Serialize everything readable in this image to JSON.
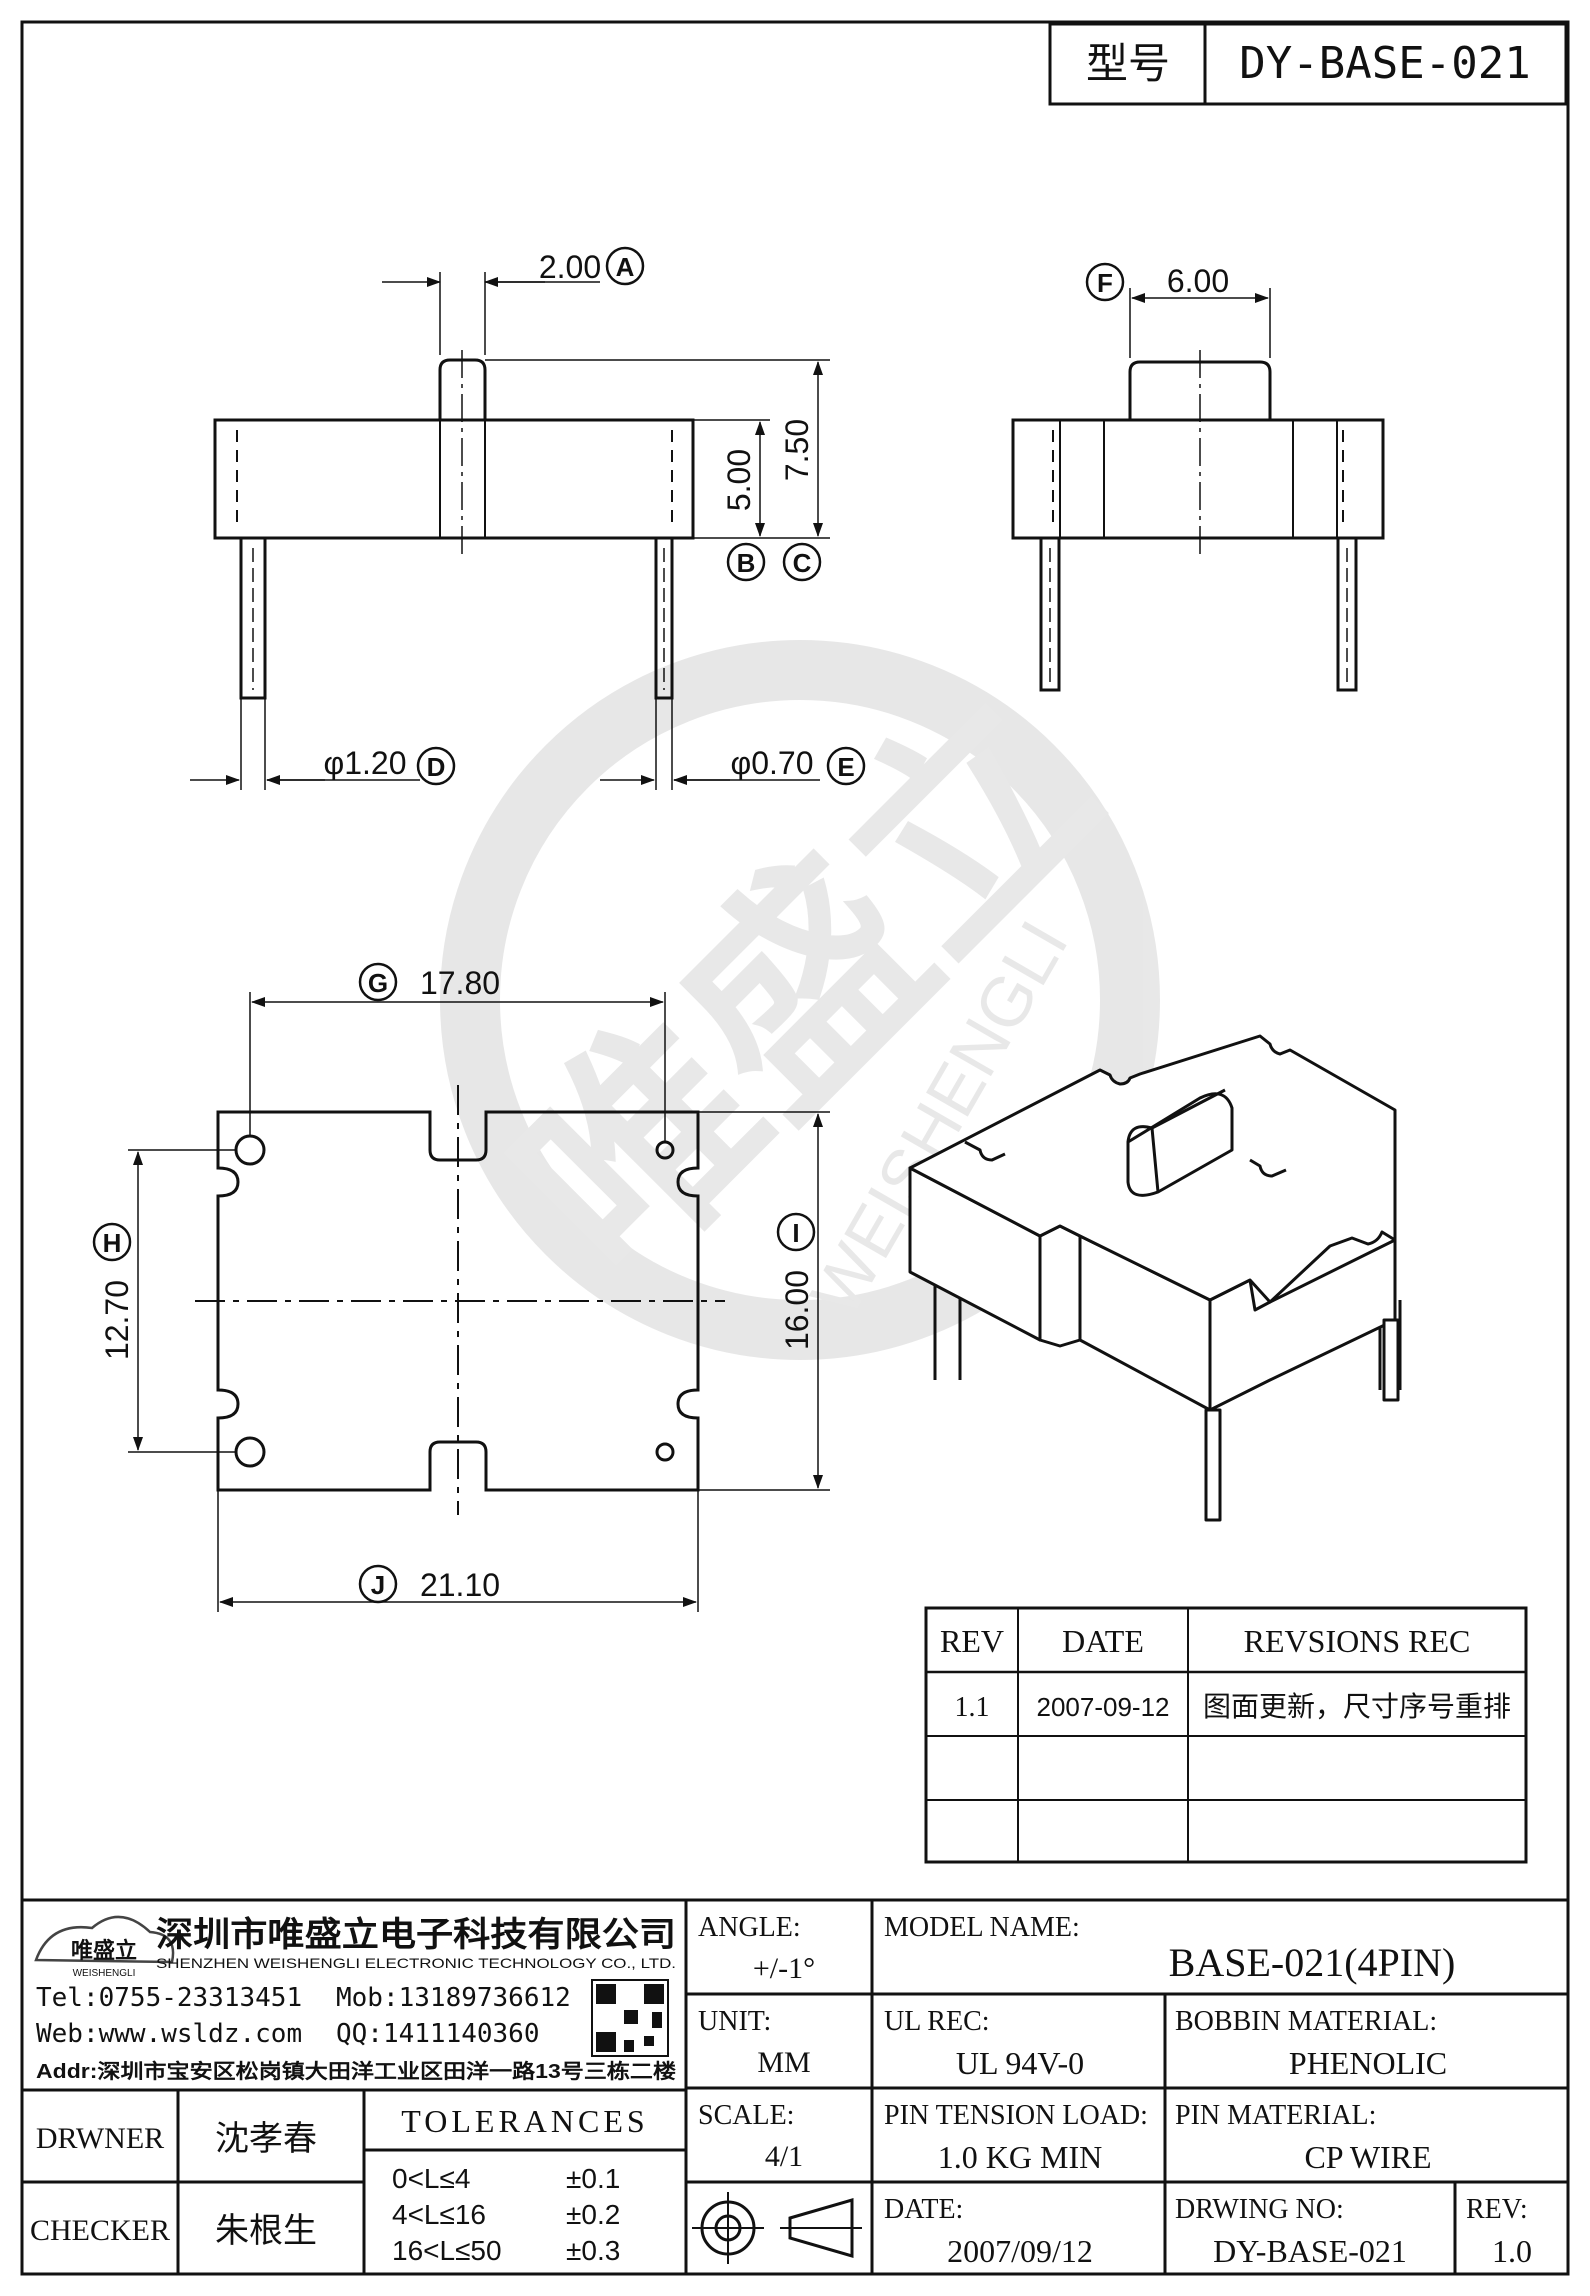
{
  "title_block_top": {
    "label": "型号",
    "value": "DY-BASE-021"
  },
  "watermark": {
    "cn": "唯盛立",
    "en": "WEISHENGLI"
  },
  "dims": {
    "A": {
      "mark": "A",
      "value": "2.00"
    },
    "B": {
      "mark": "B",
      "value": "5.00"
    },
    "C": {
      "mark": "C",
      "value": "7.50"
    },
    "D": {
      "mark": "D",
      "value": "φ1.20"
    },
    "E": {
      "mark": "E",
      "value": "φ0.70"
    },
    "F": {
      "mark": "F",
      "value": "6.00"
    },
    "G": {
      "mark": "G",
      "value": "17.80"
    },
    "H": {
      "mark": "H",
      "value": "12.70"
    },
    "I": {
      "mark": "I",
      "value": "16.00"
    },
    "J": {
      "mark": "J",
      "value": "21.10"
    }
  },
  "revisions": {
    "headers": [
      "REV",
      "DATE",
      "REVSIONS REC"
    ],
    "rows": [
      [
        "1.1",
        "2007-09-12",
        "图面更新，尺寸序号重排"
      ],
      [
        "",
        "",
        ""
      ],
      [
        "",
        "",
        ""
      ]
    ]
  },
  "company": {
    "logo_text": "唯盛立",
    "logo_sub": "WEISHENGLI",
    "name_cn": "深圳市唯盛立电子科技有限公司",
    "name_en": "SHENZHEN WEISHENGLI ELECTRONIC TECHNOLOGY CO., LTD.",
    "tel": "Tel:0755-23313451",
    "mob": "Mob:13189736612",
    "web": "Web:www.wsldz.com",
    "qq": "QQ:1411140360",
    "addr": "Addr:深圳市宝安区松岗镇大田洋工业区田洋一路13号三栋二楼"
  },
  "people": {
    "drawer_label": "DRWNER",
    "drawer_name": "沈孝春",
    "checker_label": "CHECKER",
    "checker_name": "朱根生"
  },
  "tolerances": {
    "title": "TOLERANCES",
    "rows": [
      {
        "range": "0<L≤4",
        "tol": "±0.1"
      },
      {
        "range": "4<L≤16",
        "tol": "±0.2"
      },
      {
        "range": "16<L≤50",
        "tol": "±0.3"
      }
    ]
  },
  "angle": {
    "label": "ANGLE:",
    "value": "+/-1°"
  },
  "unit": {
    "label": "UNIT:",
    "value": "MM"
  },
  "scale": {
    "label": "SCALE:",
    "value": "4/1"
  },
  "model": {
    "label": "MODEL NAME:",
    "value": "BASE-021(4PIN)"
  },
  "ul": {
    "label": "UL REC:",
    "value": "UL 94V-0"
  },
  "bobbin": {
    "label": "BOBBIN MATERIAL:",
    "value": "PHENOLIC"
  },
  "tension": {
    "label": "PIN TENSION LOAD:",
    "value": "1.0 KG MIN"
  },
  "pin_material": {
    "label": "PIN MATERIAL:",
    "value": "CP WIRE"
  },
  "date": {
    "label": "DATE:",
    "value": "2007/09/12"
  },
  "drawing_no": {
    "label": "DRWING NO:",
    "value": "DY-BASE-021"
  },
  "rev": {
    "label": "REV:",
    "value": "1.0"
  }
}
